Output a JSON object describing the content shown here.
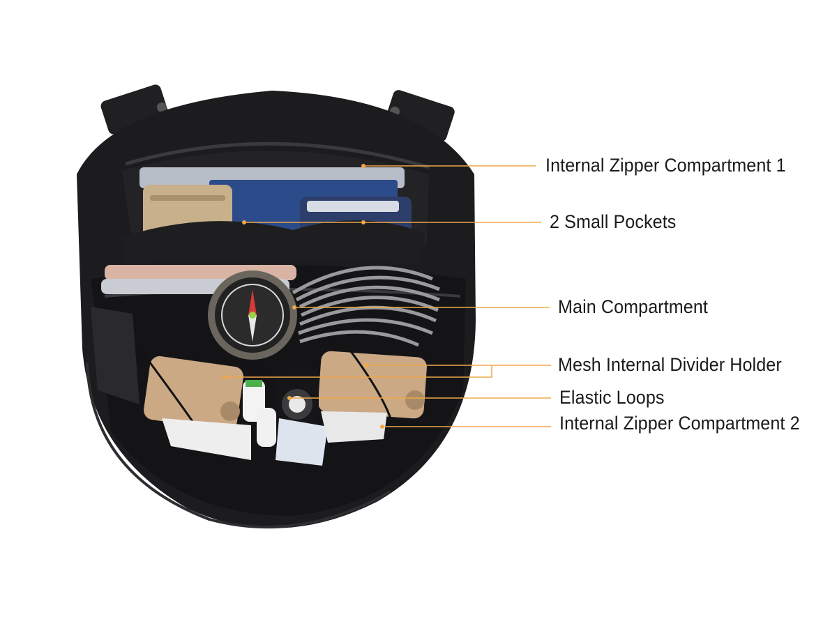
{
  "callouts": {
    "internal_zipper_1": "Internal Zipper Compartment 1",
    "small_pockets": "2 Small Pockets",
    "main_compartment": "Main Compartment",
    "mesh_divider": "Mesh Internal Divider Holder",
    "elastic_loops": "Elastic Loops",
    "internal_zipper_2": "Internal Zipper Compartment 2"
  },
  "colors": {
    "leader_line": "#f0a848",
    "bag_fabric": "#1c1c1e",
    "background": "#ffffff"
  }
}
